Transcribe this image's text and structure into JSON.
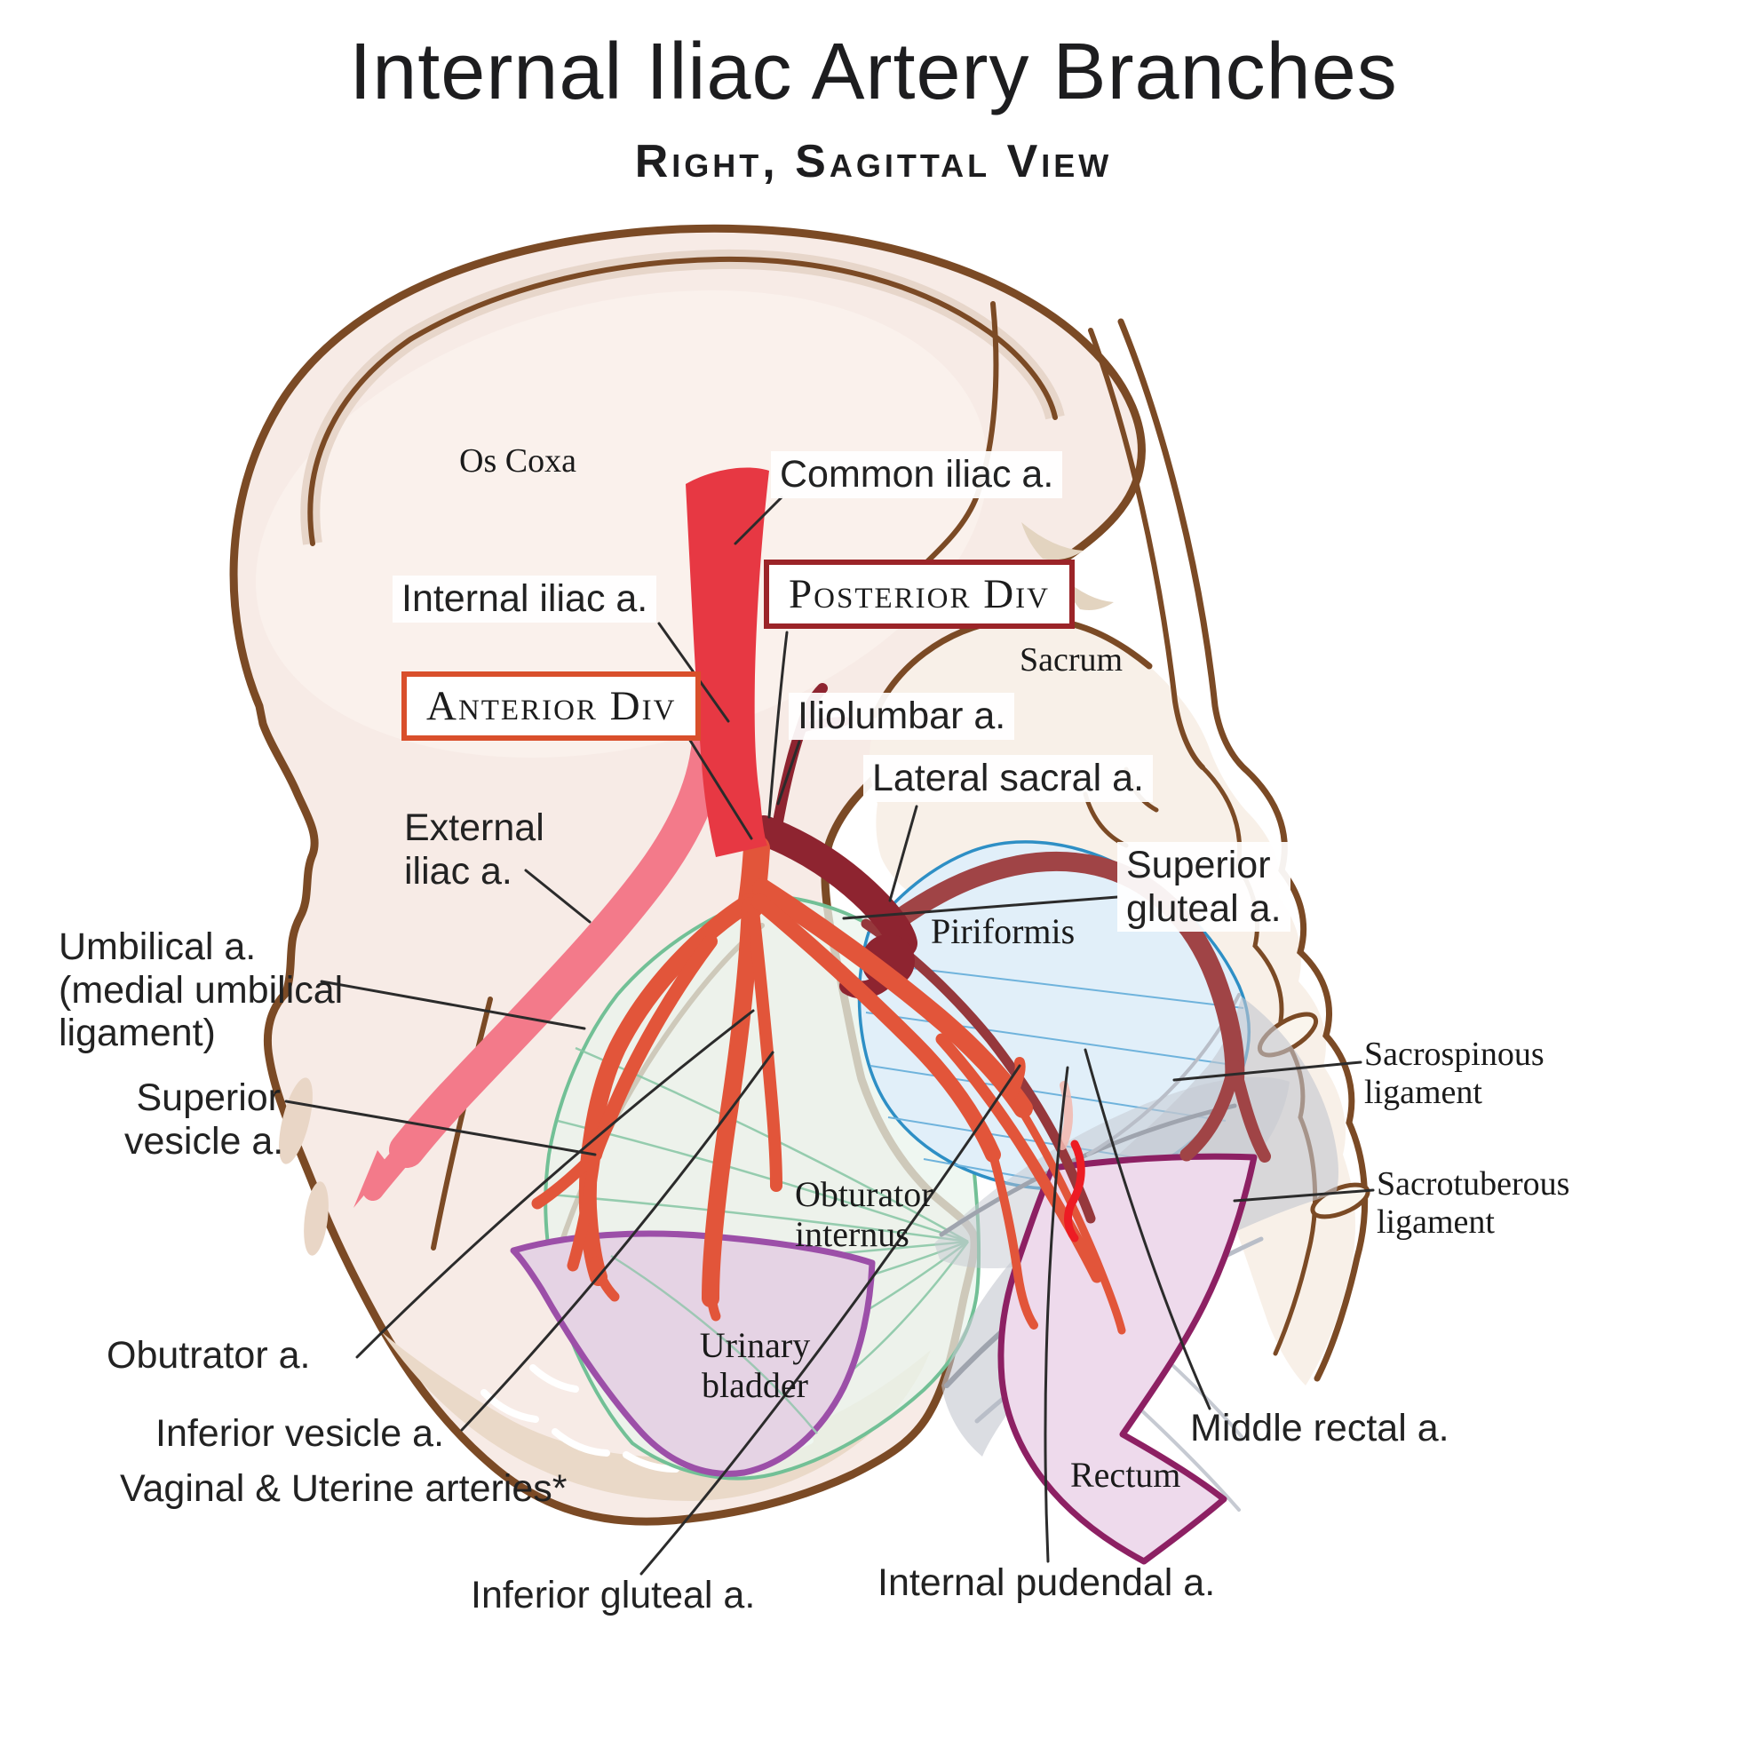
{
  "title": "Internal Iliac Artery Branches",
  "subtitle": "Right, Sagittal View",
  "labels": {
    "os_coxa": "Os Coxa",
    "sacrum": "Sacrum",
    "piriformis": "Piriformis",
    "obturator_internus": [
      "Obturator",
      "internus"
    ],
    "urinary_bladder": [
      "Urinary",
      "bladder"
    ],
    "rectum": "Rectum",
    "common_iliac": "Common iliac a.",
    "internal_iliac": "Internal iliac a.",
    "posterior_div": "Posterior Div",
    "anterior_div": "Anterior Div",
    "iliolumbar": "Iliolumbar a.",
    "lateral_sacral": "Lateral sacral a.",
    "superior_gluteal": [
      "Superior",
      "gluteal a."
    ],
    "external_iliac": [
      "External",
      "iliac a."
    ],
    "umbilical": [
      "Umbilical a.",
      "(medial umbilical",
      "ligament)"
    ],
    "superior_vesicle": [
      "Superior",
      "vesicle a."
    ],
    "obutrator": "Obutrator a.",
    "inferior_vesicle": "Inferior vesicle a.",
    "vaginal_uterine": "Vaginal & Uterine arteries*",
    "inferior_gluteal": "Inferior gluteal a.",
    "internal_pudendal": "Internal pudendal a.",
    "middle_rectal": "Middle rectal a.",
    "sacrospinous": [
      "Sacrospinous",
      "ligament"
    ],
    "sacrotuberous": [
      "Sacrotuberous",
      "ligament"
    ]
  },
  "colors": {
    "artery_red": "#e73843",
    "artery_pink": "#f37a8a",
    "artery_orange": "#e2553a",
    "artery_dark_maroon": "#8e2430",
    "artery_brick": "#a04446",
    "artery_bright_red": "#ed1c24",
    "bone_outline": "#7b4a25",
    "bone_fill": "#f7ebe6",
    "sacrum_fill": "#f8f0e8",
    "piriformis_fill": "#e1eff9",
    "piriformis_stroke": "#2e8fc5",
    "obturator_internus_stroke": "#72c096",
    "bladder_stroke": "#9c4fa8",
    "bladder_fill": "#e5d3e4",
    "rectum_stroke": "#8d2063",
    "rectum_fill": "#eedaec",
    "ligament_gray": "#c3c7cf",
    "anterior_box_border": "#d94f2b",
    "posterior_box_border": "#9b2428",
    "leader_line": "#2b2b2b"
  }
}
